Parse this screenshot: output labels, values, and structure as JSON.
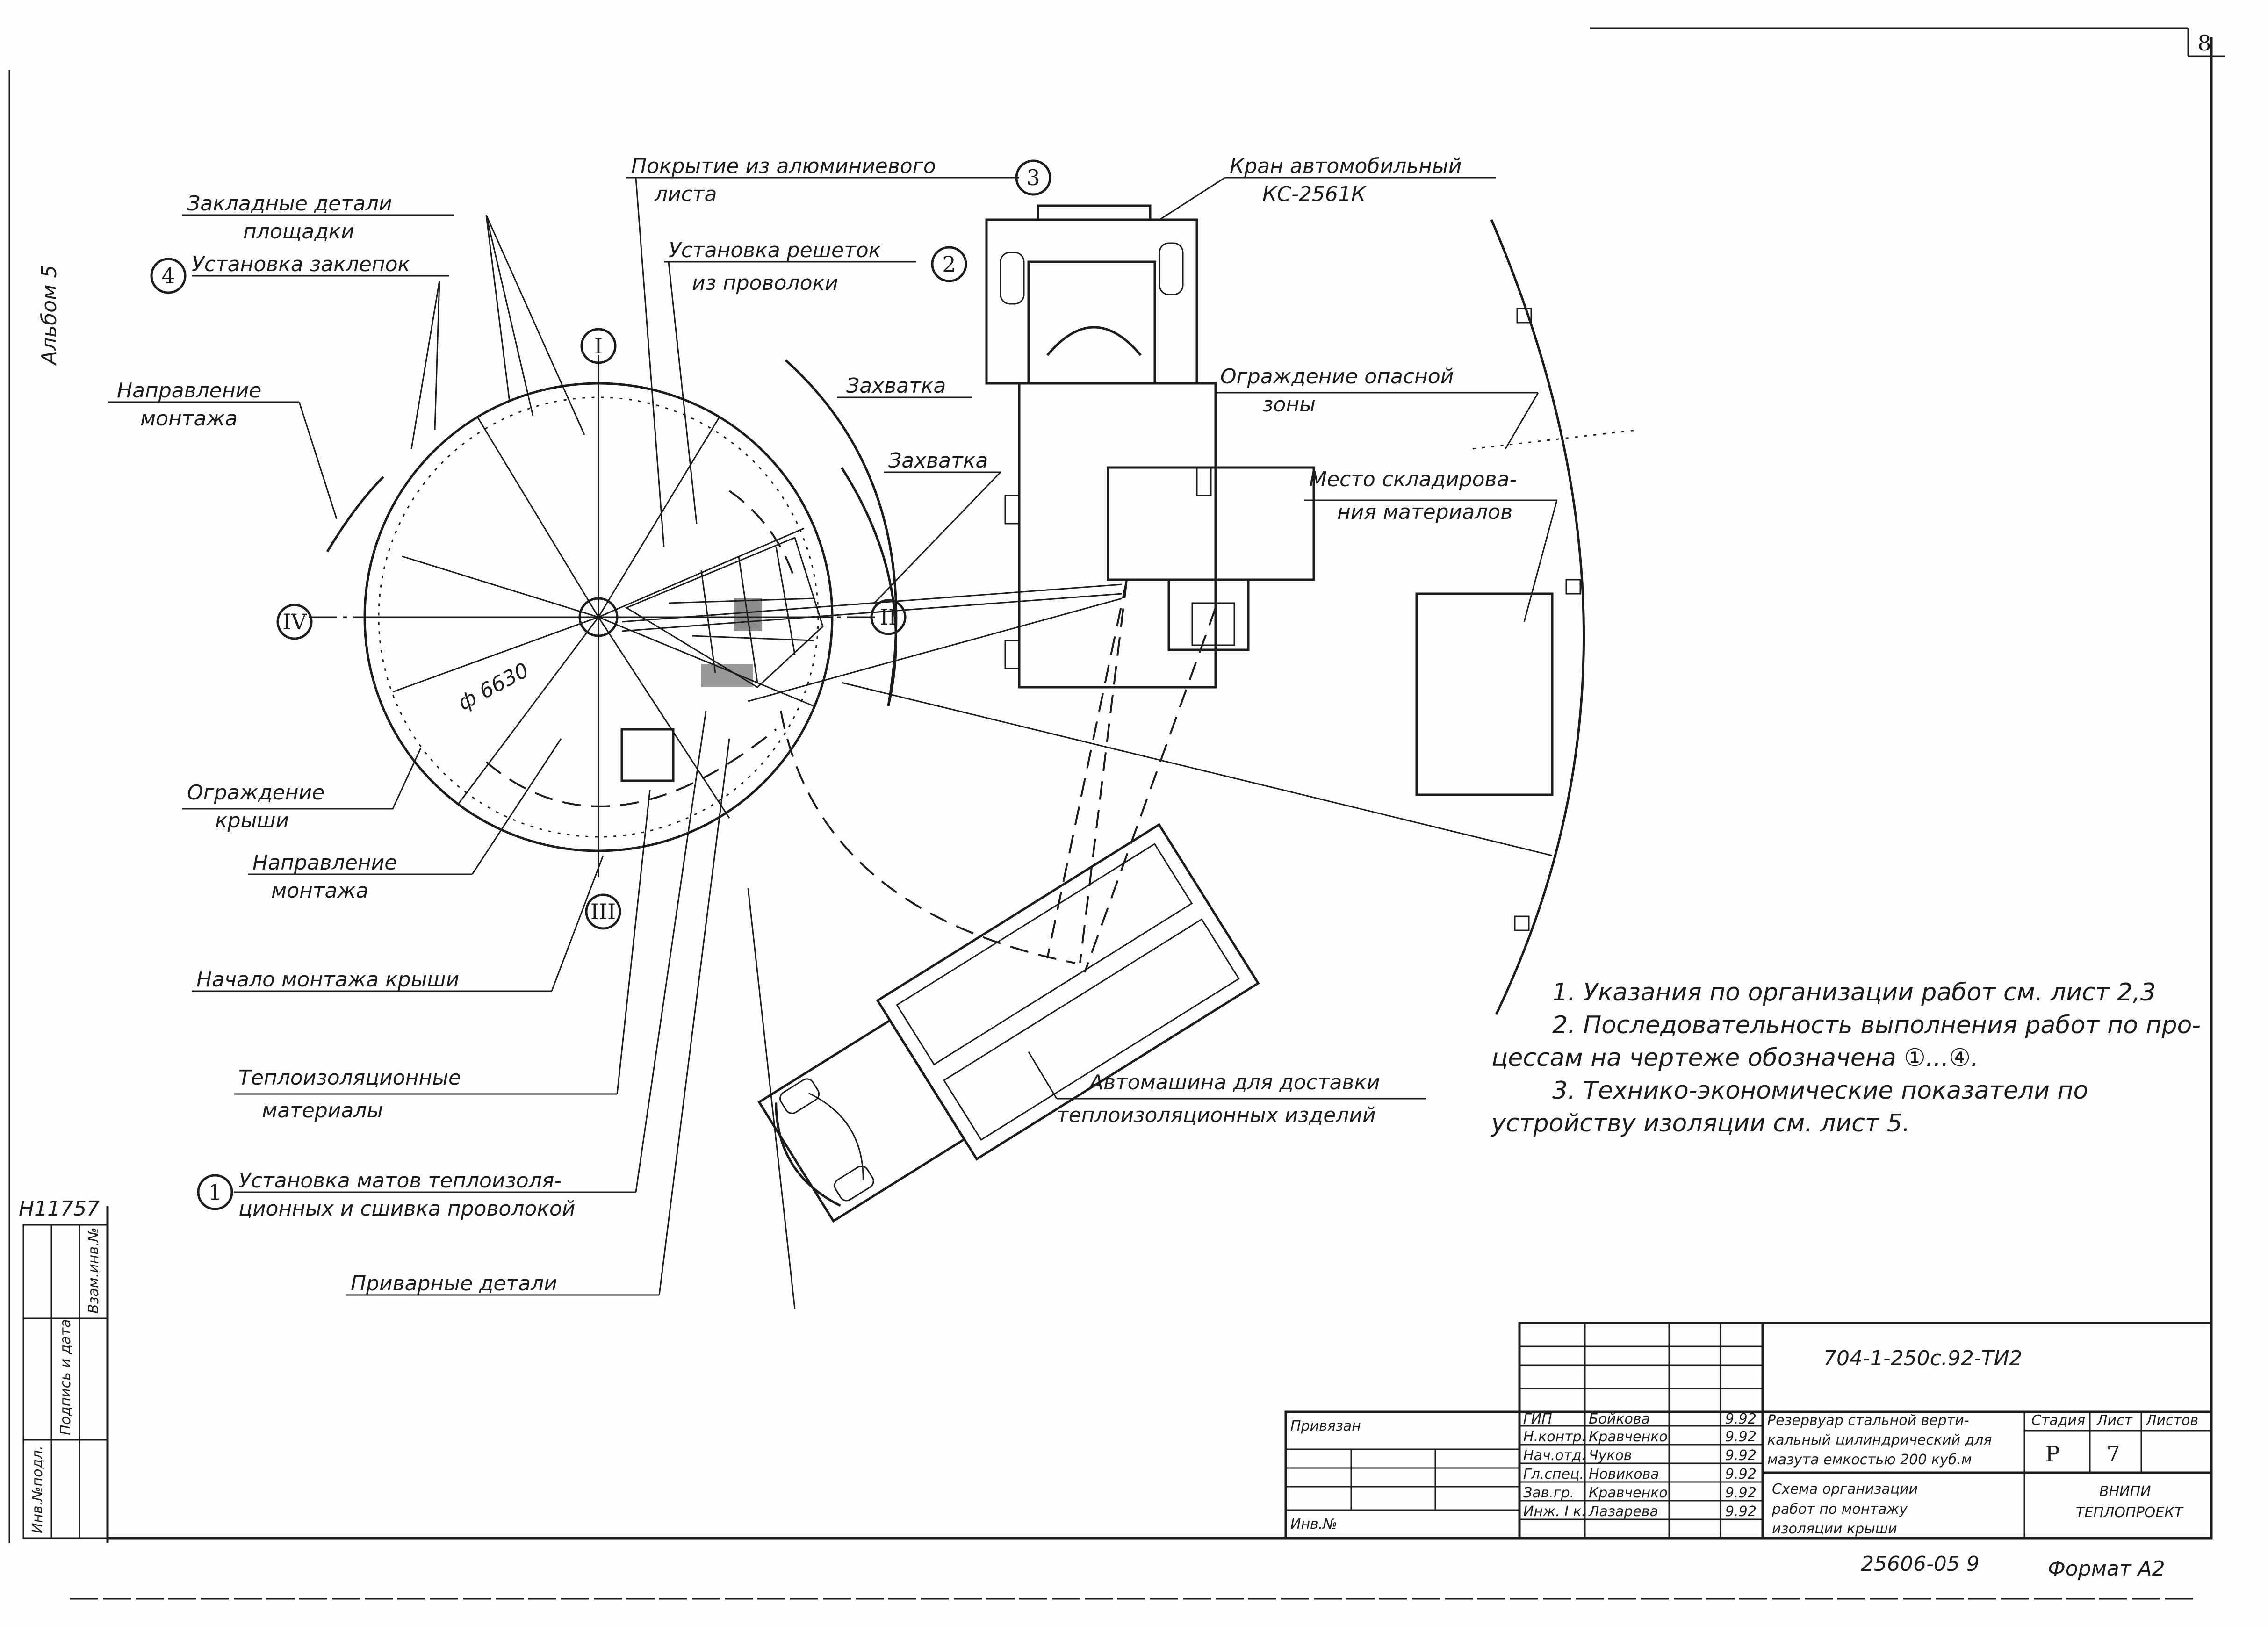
{
  "sheet_number": "8",
  "album_label": "Альбом 5",
  "inventory_number": "Н11757",
  "side_stamp": {
    "col1": "Инв.№подл.",
    "col2": "Подпись и дата",
    "col3": "Взам.инв.№"
  },
  "labels": {
    "embedded_parts": [
      "Закладные детали",
      "площадки"
    ],
    "rivets": "Установка заклепок",
    "aluminium": [
      "Покрытие из алюминиевого",
      "листа"
    ],
    "grates": [
      "Установка решеток",
      "из проволоки"
    ],
    "crane": [
      "Кран автомобильный",
      "КС-2561К"
    ],
    "direction_top": [
      "Направление",
      "монтажа"
    ],
    "grip1": "Захватка",
    "grip2": "Захватка",
    "danger_zone": [
      "Ограждение опасной",
      "зоны"
    ],
    "storage": [
      "Место складирова-",
      "ния материалов"
    ],
    "diameter": "ф 6630",
    "roof_fence": [
      "Ограждение",
      "крыши"
    ],
    "direction_bottom": [
      "Направление",
      "монтажа"
    ],
    "roof_start": "Начало монтажа крыши",
    "insulation_materials": [
      "Теплоизоляционные",
      "материалы"
    ],
    "mats": [
      "Установка матов теплоизоля-",
      "ционных и сшивка проволокой"
    ],
    "welded_parts": "Приварные детали",
    "truck": [
      "Автомашина для доставки",
      "теплоизоляционных изделий"
    ]
  },
  "process_markers": [
    "1",
    "2",
    "3",
    "4"
  ],
  "axis_markers": [
    "I",
    "II",
    "III",
    "IV"
  ],
  "notes": [
    "1. Указания по организации работ см. лист 2,3",
    "2. Последовательность выполнения работ по про-",
    "цессам на чертеже обозначена ①...④.",
    "3. Технико-экономические показатели по",
    "устройству изоляции см. лист 5."
  ],
  "title_block": {
    "doc_code": "704-1-250с.92-ТИ2",
    "bound_label": "Привязан",
    "inv_label": "Инв.№",
    "roles": [
      "ГИП",
      "Н.контр.",
      "Нач.отд.",
      "Гл.спец.",
      "Зав.гр.",
      "Инж. I к."
    ],
    "names": [
      "Бойкова",
      "Кравченко",
      "Чуков",
      "Новикова",
      "Кравченко",
      "Лазарева"
    ],
    "dates": [
      "9.92",
      "9.92",
      "9.92",
      "9.92",
      "9.92",
      "9.92"
    ],
    "object_title": [
      "Резервуар стальной верти-",
      "кальный цилиндрический для",
      "мазута емкостью 200 куб.м"
    ],
    "sheet_title": [
      "Схема организации",
      "работ по монтажу",
      "изоляции крыши"
    ],
    "stage_header": "Стадия",
    "sheet_header": "Лист",
    "sheets_header": "Листов",
    "stage": "Р",
    "sheet": "7",
    "org": [
      "ВНИПИ",
      "ТЕПЛОПРОЕКТ"
    ],
    "archive_number": "25606-05 9",
    "format": "Формат А2"
  }
}
